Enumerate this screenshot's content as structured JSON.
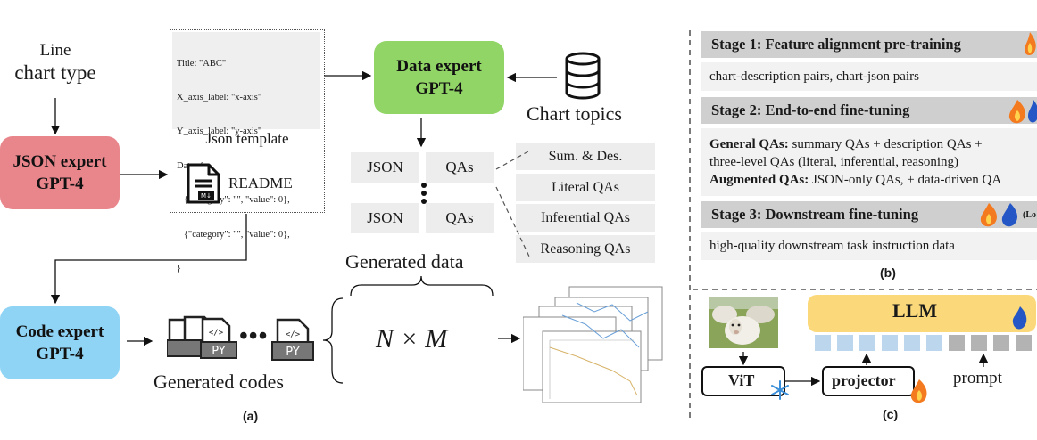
{
  "panel_a": {
    "chart_type_line1": "Line",
    "chart_type_line2": "chart type",
    "json_expert": {
      "line1": "JSON expert",
      "line2": "GPT-4"
    },
    "data_expert": {
      "line1": "Data expert",
      "line2": "GPT-4"
    },
    "code_expert": {
      "line1": "Code expert",
      "line2": "GPT-4"
    },
    "json_template_lines": [
      "Title: \"ABC\"",
      "X_axis_label: \"x-axis\"",
      "Y_axis_label: \"y-axis\"",
      "Data: {",
      "   {\"category\": \"\", \"value\": 0},",
      "   {\"category\": \"\", \"value\": 0},",
      "}"
    ],
    "json_template_label": "Json template",
    "readme_label": "README",
    "chart_topics_label": "Chart topics",
    "json_label": "JSON",
    "qas_label": "QAs",
    "qa_types": [
      "Sum. & Des.",
      "Literal QAs",
      "Inferential QAs",
      "Reasoning QAs"
    ],
    "generated_data_label": "Generated data",
    "generated_codes_label": "Generated codes",
    "py_label": "PY",
    "ellipsis": "•••",
    "nxm": "N × M",
    "caption": "(a)"
  },
  "panel_b": {
    "stage1_title": "Stage 1: Feature alignment pre-training",
    "stage1_body": "chart-description pairs, chart-json pairs",
    "stage2_title": "Stage 2: End-to-end fine-tuning",
    "stage2_general_bold": "General QAs:",
    "stage2_general_text": " summary QAs + description QAs +",
    "stage2_general_line2": "three-level QAs (literal, inferential, reasoning)",
    "stage2_aug_bold": "Augmented QAs:",
    "stage2_aug_text": " JSON-only QAs, + data-driven QA",
    "stage3_title": "Stage 3: Downstream fine-tuning",
    "stage3_lora": "(Lo",
    "stage3_body": "high-quality downstream task instruction data",
    "caption": "(b)"
  },
  "panel_c": {
    "llm_label": "LLM",
    "vit_label": "ViT",
    "projector_label": "projector",
    "prompt_label": "prompt",
    "caption": "(c)"
  },
  "colors": {
    "json_expert": "#e9868c",
    "data_expert": "#92d567",
    "code_expert": "#8fd4f5",
    "llm": "#fbd97a",
    "vision_token": "#bcd6ee",
    "text_token": "#b3b3b3",
    "fire": "#f47a1f",
    "blue_fire": "#2457c5"
  }
}
